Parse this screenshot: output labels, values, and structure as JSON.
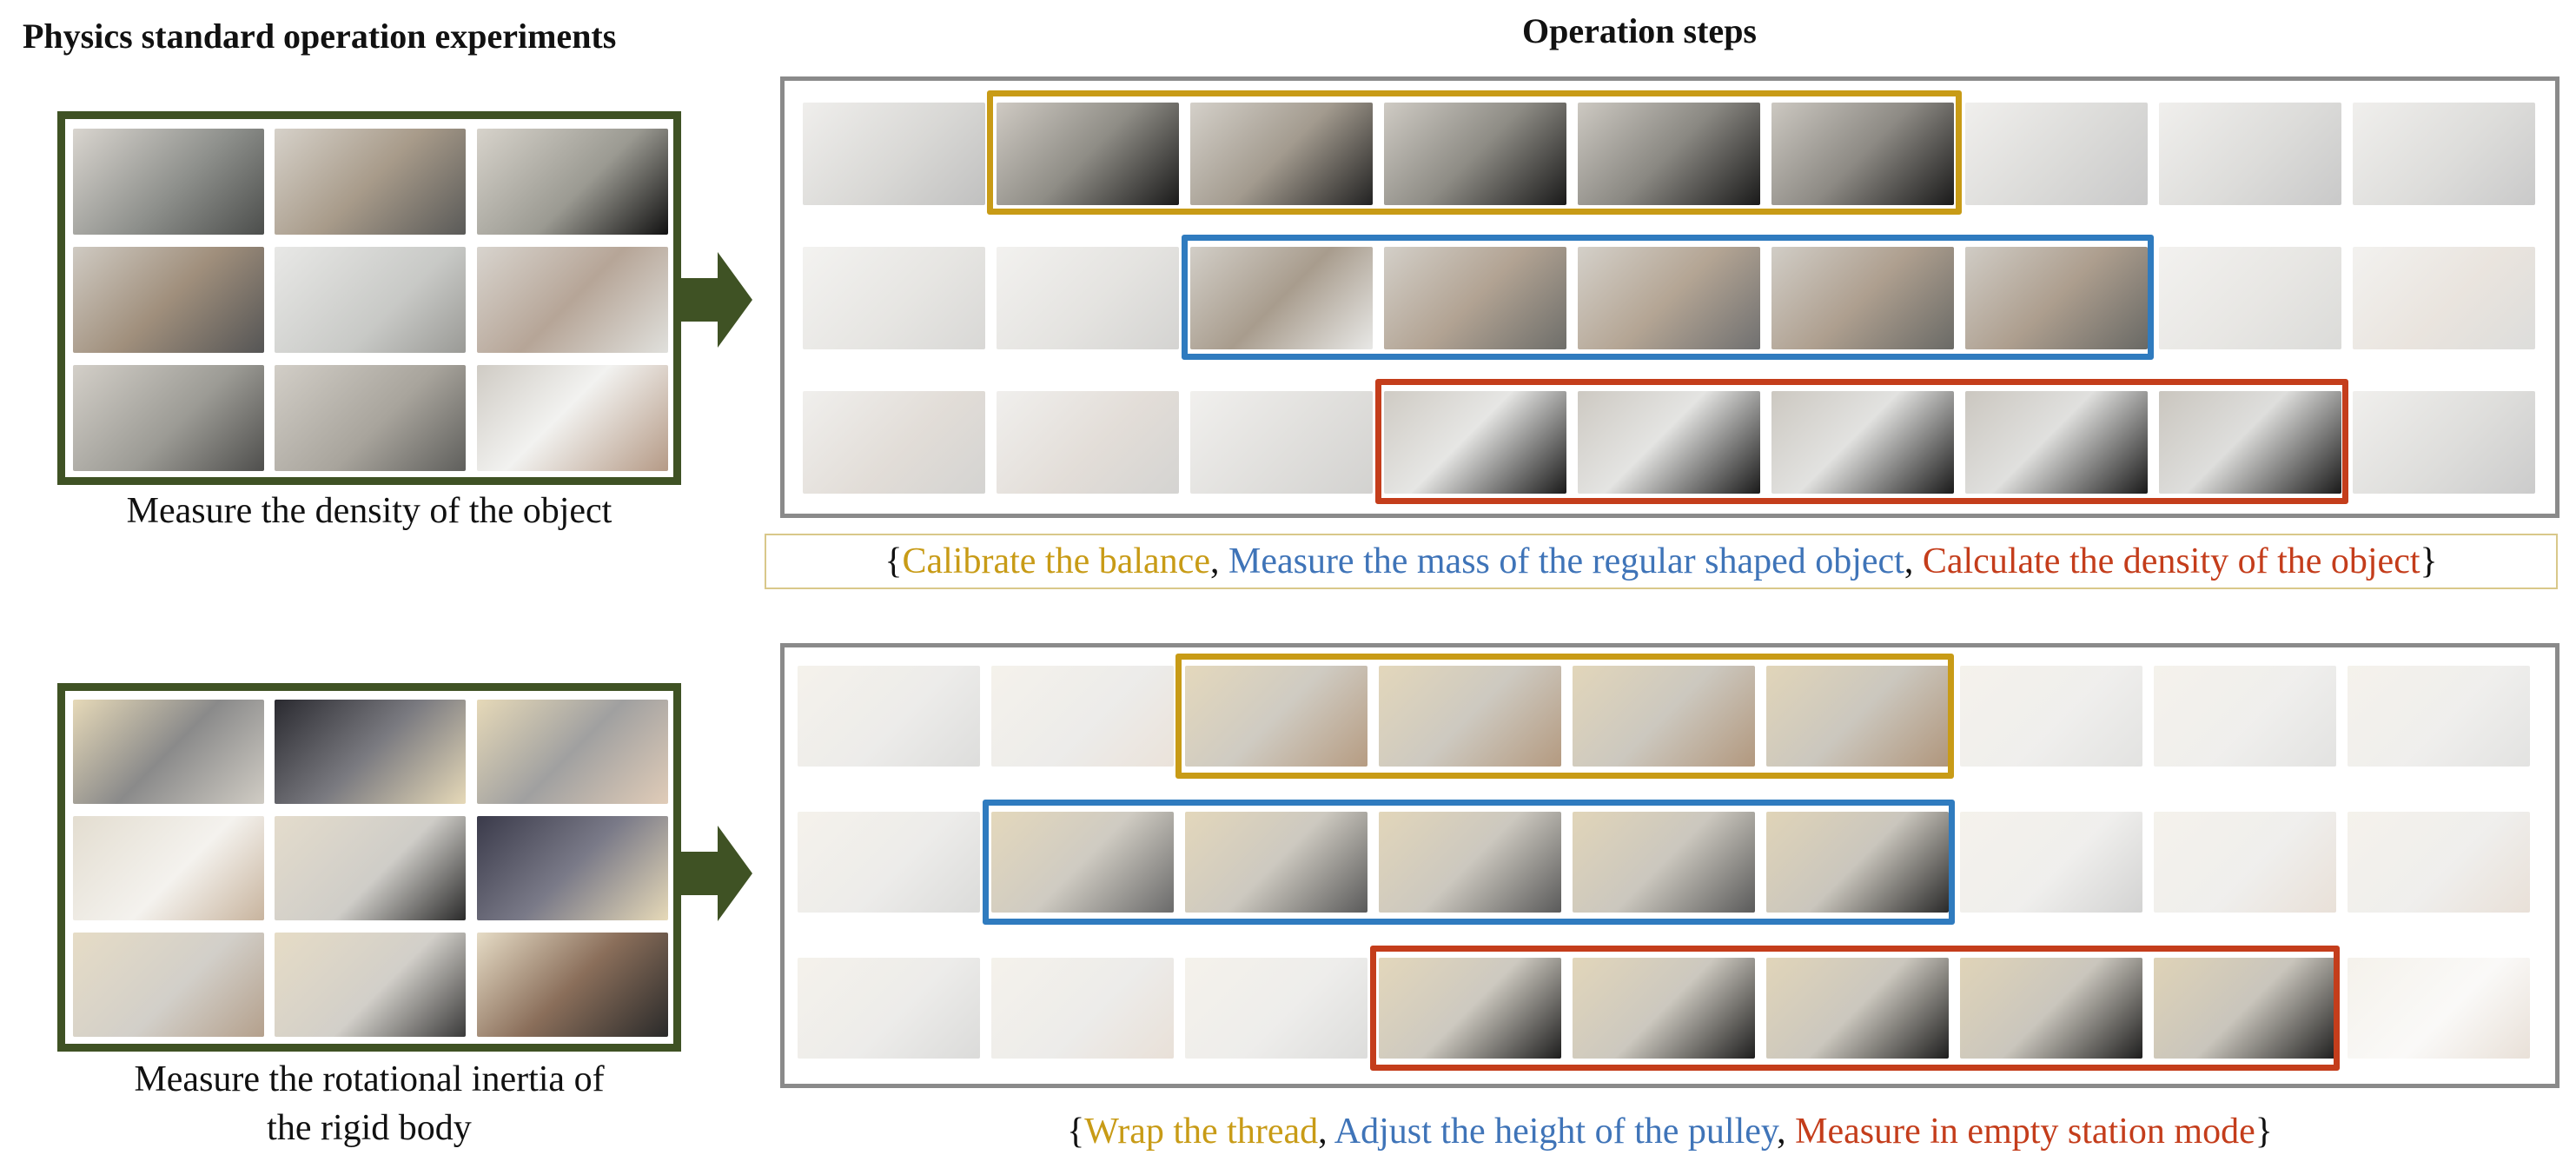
{
  "titles": {
    "left": "Physics standard operation experiments",
    "right": "Operation steps"
  },
  "colors": {
    "left_frame": "#3f5224",
    "step1": "#c89b16",
    "step2": "#2f7bbf",
    "step3": "#c43d1b",
    "outer_frame": "#8a8a8a"
  },
  "experiments": [
    {
      "caption": "Measure the density of the object",
      "steps": [
        {
          "text": "Calibrate the balance",
          "color": "#c89b16"
        },
        {
          "text": "Measure the mass of the regular shaped object",
          "color": "#3f74b8"
        },
        {
          "text": "Calculate the density of the object",
          "color": "#c43d1b"
        }
      ]
    },
    {
      "caption_line1": "Measure the rotational inertia of",
      "caption_line2": "the rigid body",
      "steps": [
        {
          "text": "Wrap the thread",
          "color": "#c89b16"
        },
        {
          "text": "Adjust the height of the pulley",
          "color": "#3f74b8"
        },
        {
          "text": "Measure in empty station mode",
          "color": "#c43d1b"
        }
      ]
    }
  ],
  "punct": {
    "open": "{",
    "sep": ", ",
    "close": "}"
  },
  "icons": [
    "right-arrow-icon"
  ]
}
